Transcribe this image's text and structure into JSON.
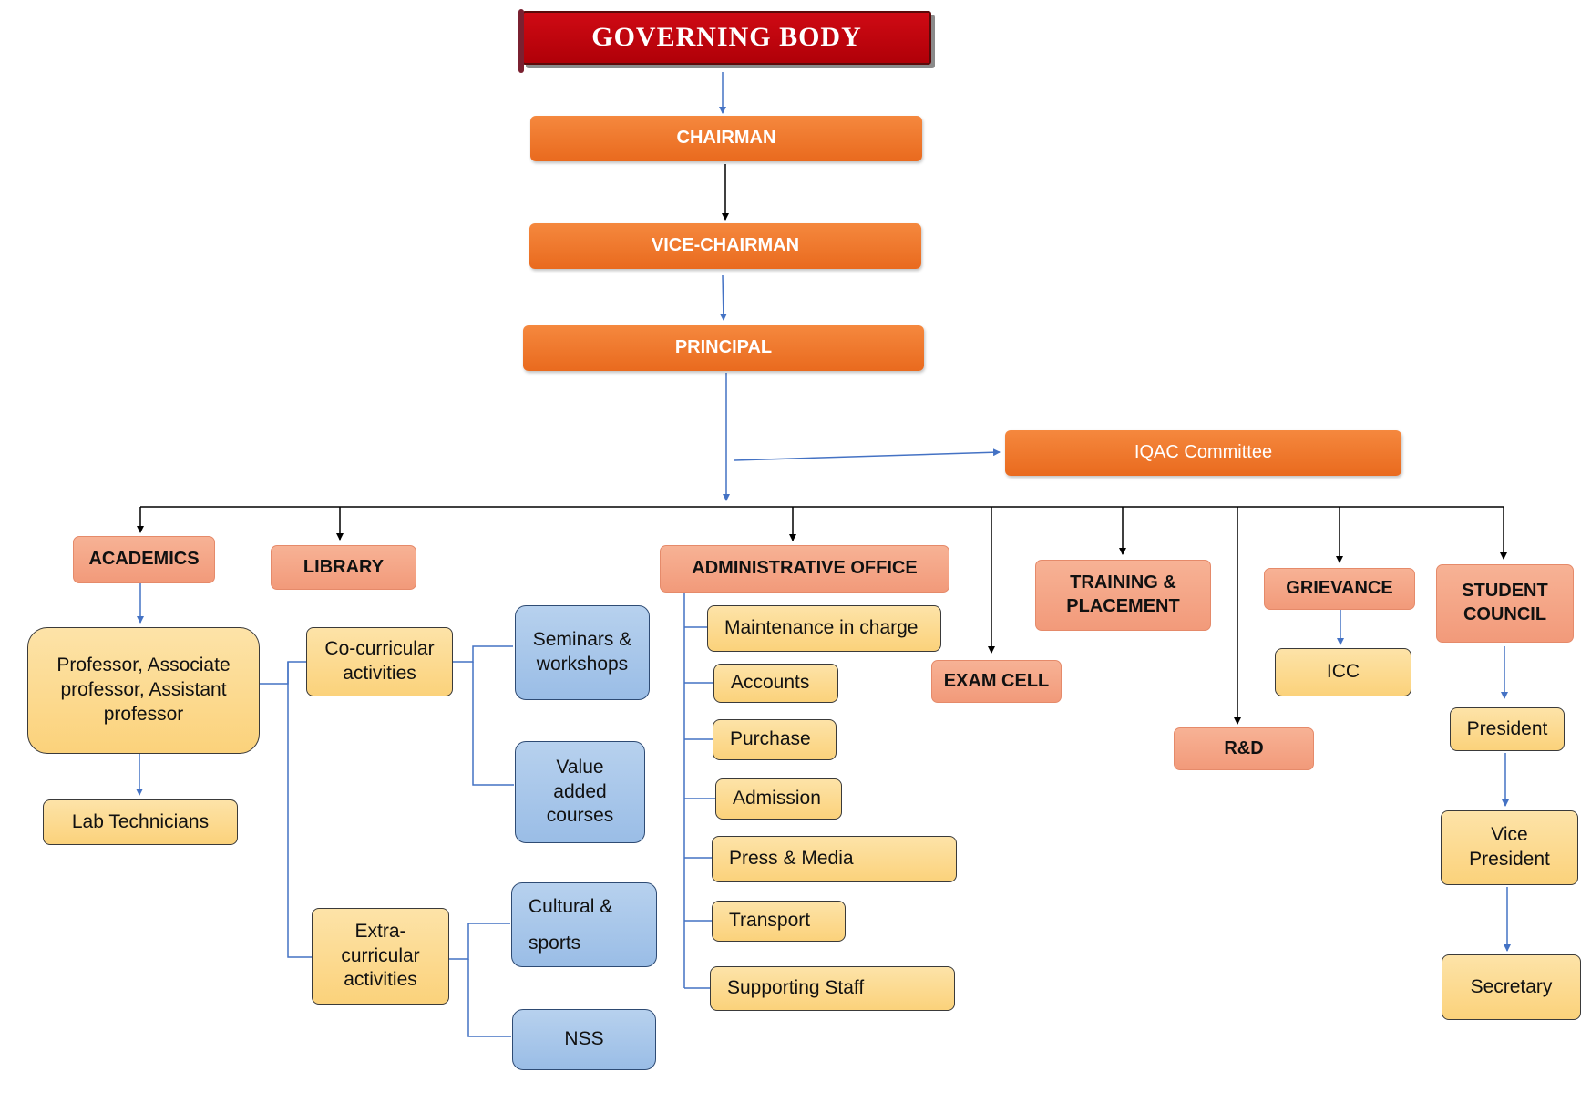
{
  "nodes": {
    "governing_body": "GOVERNING BODY",
    "chairman": "CHAIRMAN",
    "vice_chairman": "VICE-CHAIRMAN",
    "principal": "PRINCIPAL",
    "iqac": "IQAC Committee",
    "academics": "ACADEMICS",
    "library": "LIBRARY",
    "administrative_office": "ADMINISTRATIVE OFFICE",
    "exam_cell": "EXAM CELL",
    "training_placement": "TRAINING & PLACEMENT",
    "rnd": "R&D",
    "grievance": "GRIEVANCE",
    "icc": "ICC",
    "student_council": "STUDENT COUNCIL",
    "professors": "Professor, Associate professor, Assistant professor",
    "lab_technicians": "Lab Technicians",
    "co_curricular": "Co-curricular activities",
    "extra_curricular": "Extra-curricular activities",
    "seminars": "Seminars & workshops",
    "value_added": "Value added courses",
    "cultural_line1": "Cultural &",
    "cultural_line2": "sports",
    "nss": "NSS",
    "maintenance": "Maintenance in charge",
    "accounts": "Accounts",
    "purchase": "Purchase",
    "admission": "Admission",
    "press_media": "Press & Media",
    "transport": "Transport",
    "supporting_staff": "Supporting Staff",
    "president": "President",
    "vice_president": "Vice President",
    "secretary": "Secretary"
  },
  "colors": {
    "governing_body": "#c00010",
    "orange": "#ee7428",
    "salmon": "#f4a584",
    "yellow": "#fcd98d",
    "blue": "#a9c7eb",
    "arrow_blue": "#4472c4",
    "arrow_black": "#000000"
  }
}
